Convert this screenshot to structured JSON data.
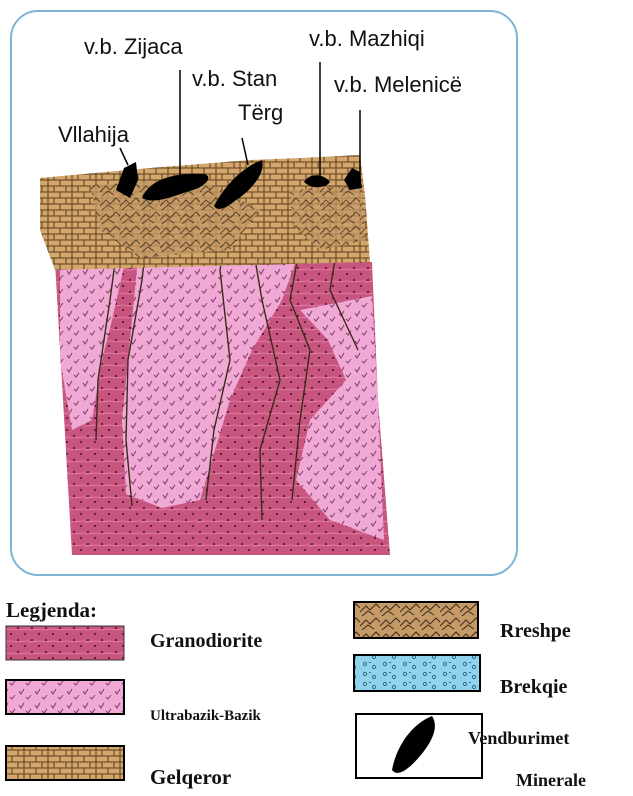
{
  "section_labels": {
    "zijaca": "v.b. Zijaca",
    "mazhiqi": "v.b. Mazhiqi",
    "stan": "v.b. Stan",
    "terg": "Tërg",
    "melenice": "v.b. Melenicë",
    "vllahija": "Vllahija"
  },
  "legend": {
    "title": "Legjenda:",
    "granodiorite": "Granodiorite",
    "ultrabazik": "Ultrabazik-Bazik",
    "gelqeror": "Gelqeror",
    "rreshpe": "Rreshpe",
    "brekqie": "Brekqie",
    "vendburimet": "Vendburimet",
    "minerale": "Minerale"
  },
  "colors": {
    "frame_border": "#7fb4d6",
    "granodiorite": "#c8557f",
    "ultrabazik": "#f0a8d4",
    "gelqeror": "#c99a5e",
    "rreshpe": "#b98e5e",
    "brekqie": "#8fd3ee",
    "ore_body": "#000000"
  }
}
